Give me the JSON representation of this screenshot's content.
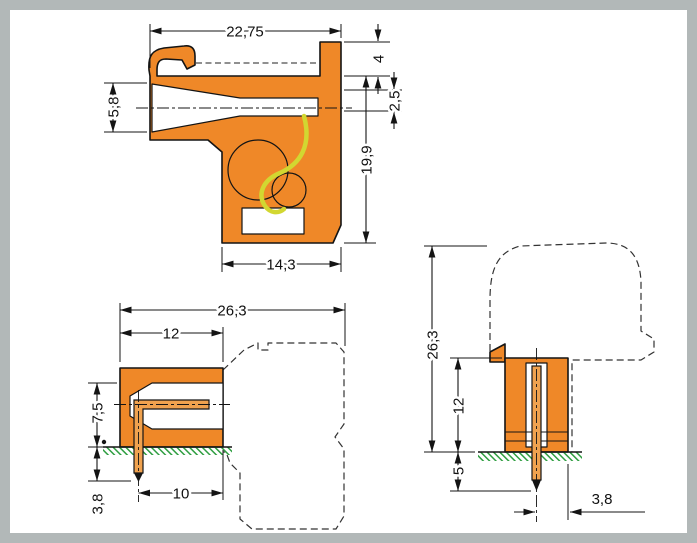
{
  "drawing": {
    "type": "technical-dimension-drawing",
    "colors": {
      "body_orange": "#ef8828",
      "pin_copper": "#f0a24f",
      "spring_yellow": "#d2d731",
      "pcb_green": "#2f9e41",
      "frame_gray": "#b2b8b8",
      "line_black": "#141414"
    },
    "views": {
      "side_upper": {
        "dims": {
          "total_width": "22,75",
          "rib_height": "4",
          "entry_height": "5,8",
          "step_height": "2,5",
          "total_height": "19,9",
          "base_width": "14,3"
        }
      },
      "side_lower": {
        "dims": {
          "total_depth": "26,3",
          "socket_depth": "12",
          "height_above_board": "7,5",
          "pin_below_board": "3,8",
          "pin_to_edge": "10"
        }
      },
      "front": {
        "dims": {
          "total_height": "26,3",
          "socket_height": "12",
          "pin_below_board": "5",
          "pin_to_center": "3,8"
        }
      }
    }
  }
}
